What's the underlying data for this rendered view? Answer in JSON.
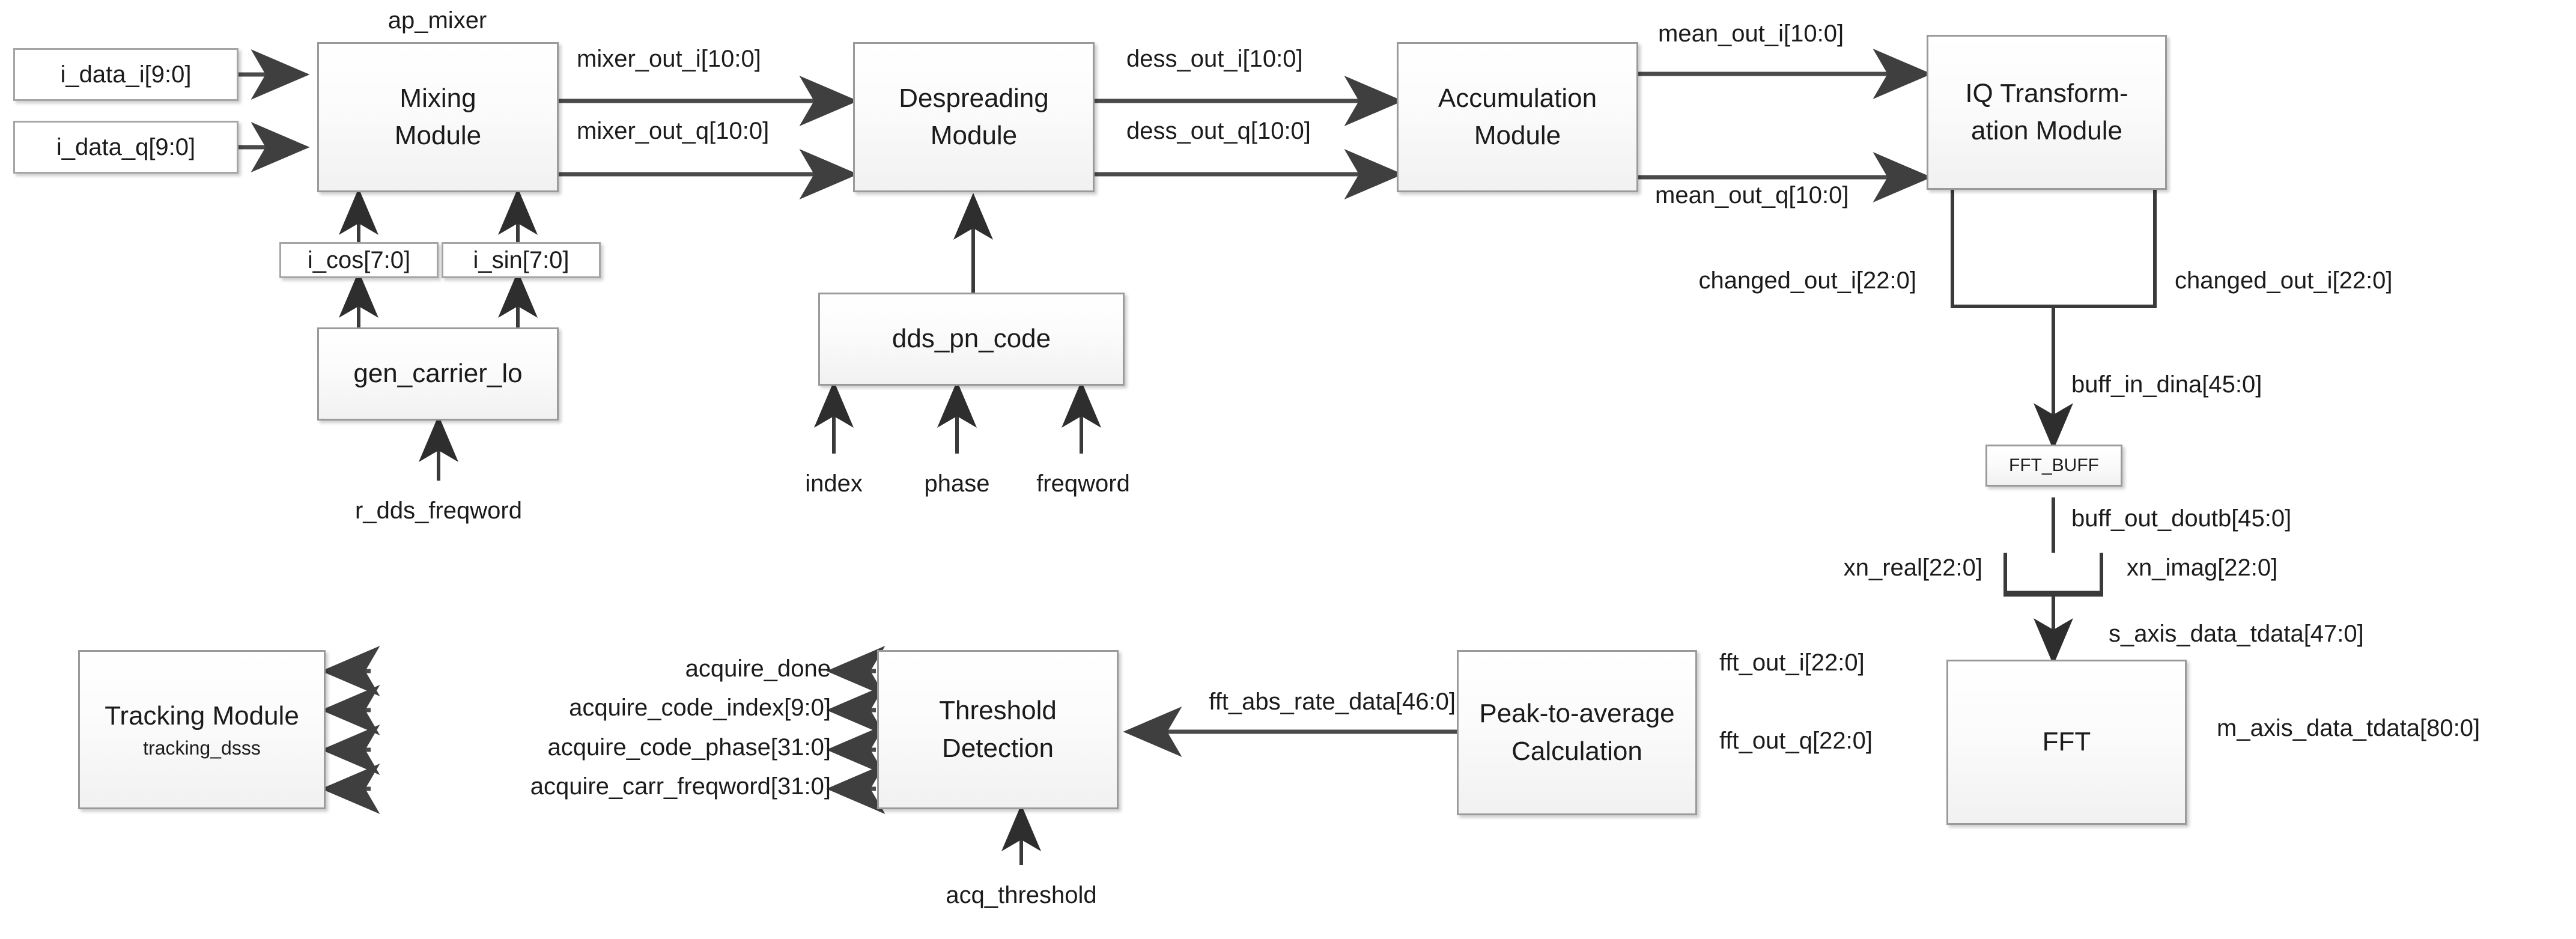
{
  "diagram": {
    "title": "DSSS acquisition hardware block diagram",
    "colors": {
      "box_border": "#9a9a9a",
      "wire": "#4a4a4a",
      "text": "#1b1b1b",
      "background": "#ffffff"
    },
    "blocks": {
      "i_data_i": {
        "label": "i_data_i[9:0]"
      },
      "i_data_q": {
        "label": "i_data_q[9:0]"
      },
      "mixing": {
        "line1": "Mixing",
        "line2": "Module",
        "caption": "ap_mixer"
      },
      "i_cos": {
        "label": "i_cos[7:0]"
      },
      "i_sin": {
        "label": "i_sin[7:0]"
      },
      "gen_carrier": {
        "label": "gen_carrier_lo"
      },
      "despreading": {
        "line1": "Despreading",
        "line2": "Module"
      },
      "dds_pn_code": {
        "label": "dds_pn_code"
      },
      "accumulation": {
        "line1": "Accumulation",
        "line2": "Module"
      },
      "iq_transform": {
        "line1": "IQ Transform-",
        "line2": "ation Module"
      },
      "fft_buff": {
        "label": "FFT_BUFF"
      },
      "fft": {
        "label": "FFT"
      },
      "peak_to_avg": {
        "line1": "Peak-to-average",
        "line2": "Calculation"
      },
      "threshold": {
        "line1": "Threshold",
        "line2": "Detection"
      },
      "tracking": {
        "line1": "Tracking Module",
        "line2": "tracking_dsss"
      }
    },
    "signals": {
      "mixer_out_i": "mixer_out_i[10:0]",
      "mixer_out_q": "mixer_out_q[10:0]",
      "dess_out_i": "dess_out_i[10:0]",
      "dess_out_q": "dess_out_q[10:0]",
      "mean_out_i": "mean_out_i[10:0]",
      "mean_out_q": "mean_out_q[10:0]",
      "changed_out_i_left": "changed_out_i[22:0]",
      "changed_out_i_right": "changed_out_i[22:0]",
      "buff_in_dina": "buff_in_dina[45:0]",
      "buff_out_doutb": "buff_out_doutb[45:0]",
      "xn_real": "xn_real[22:0]",
      "xn_imag": "xn_imag[22:0]",
      "s_axis_data_tdata": "s_axis_data_tdata[47:0]",
      "m_axis_data_tdata": "m_axis_data_tdata[80:0]",
      "fft_out_i": "fft_out_i[22:0]",
      "fft_out_q": "fft_out_q[22:0]",
      "fft_abs_rate_data": "fft_abs_rate_data[46:0]",
      "acquire_done": "acquire_done",
      "acquire_code_index": "acquire_code_index[9:0]",
      "acquire_code_phase": "acquire_code_phase[31:0]",
      "acquire_carr_freqword": "acquire_carr_freqword[31:0]",
      "r_dds_freqword": "r_dds_freqword",
      "index": "index",
      "phase": "phase",
      "freqword": "freqword",
      "acq_threshold": "acq_threshold"
    }
  }
}
